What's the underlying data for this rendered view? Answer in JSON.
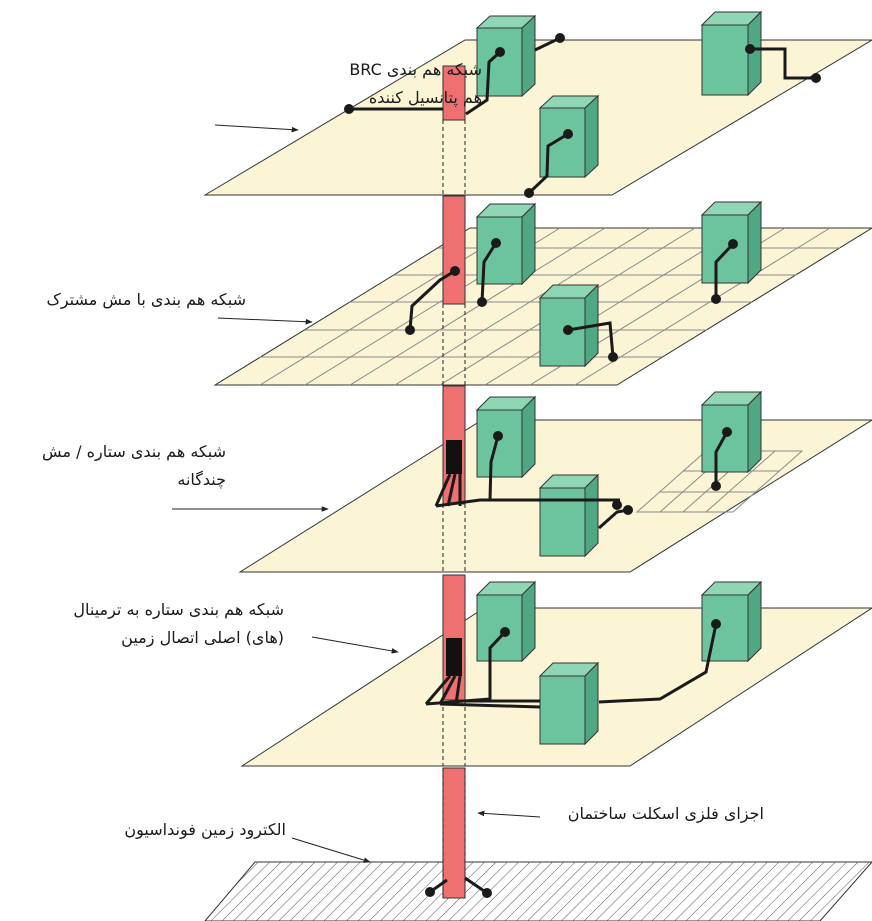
{
  "labels": {
    "brc_line1": "شبکه هم بندی BRC",
    "brc_line2": "هم پتانسیل کننده",
    "mesh_common": "شبکه هم بندی با مش مشترک",
    "star_mesh_line1": "شبکه هم بندی ستاره / مش",
    "star_mesh_line2": "چندگانه",
    "star_terminal_line1": "شبکه هم بندی ستاره به ترمینال",
    "star_terminal_line2": "(های) اصلی اتصال زمین",
    "steel_members": "اجزای فلزی اسکلت ساختمان",
    "foundation_electrode": "الکترود زمین فونداسیون"
  },
  "colors": {
    "plane_fill": "#fbf5d6",
    "plane_stroke": "#333333",
    "column_fill": "#ee7070",
    "box_fill": "#6cc49f",
    "box_side": "#4fa883",
    "conductor": "#1a1a1a"
  }
}
